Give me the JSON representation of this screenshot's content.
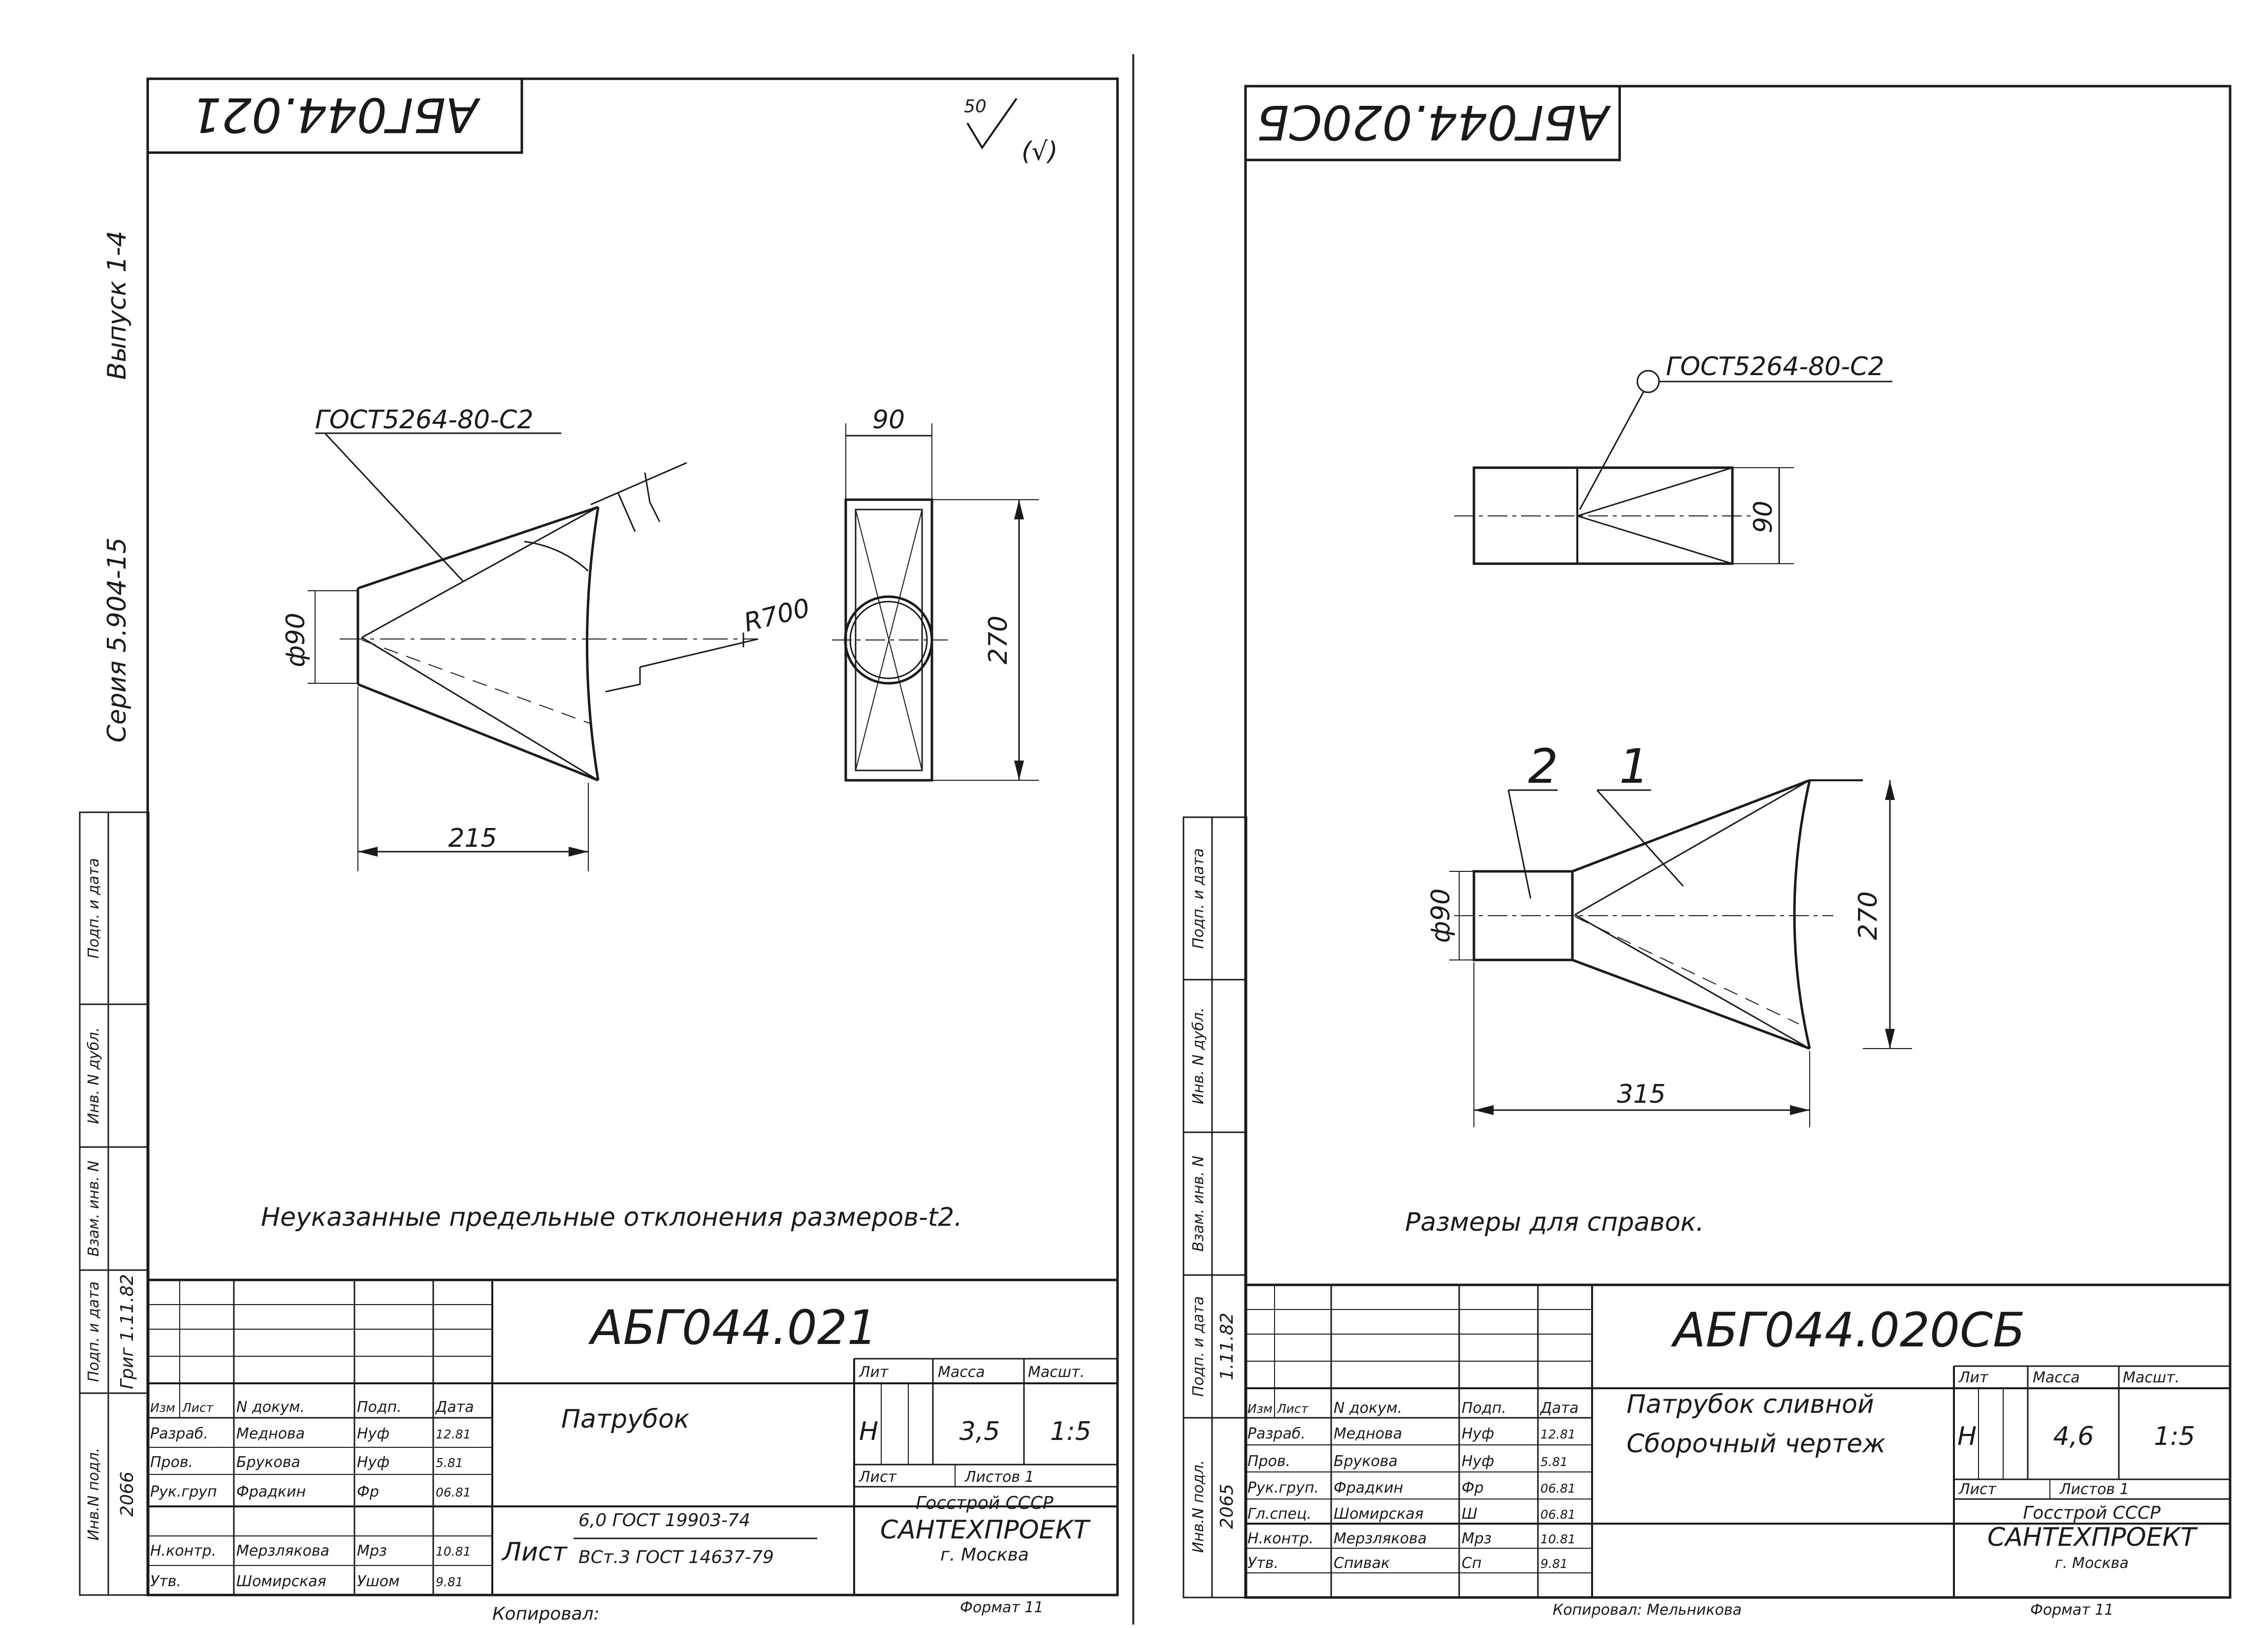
{
  "left": {
    "code_stamp": "АБГ044.021",
    "roughness": "50",
    "roughness_mark": "(√)",
    "side_issue": "Выпуск 1-4",
    "side_series": "Серия 5.904-15",
    "side_labels": [
      "Инв.N подл.",
      "Подп. и дата",
      "Взам. инв. N",
      "Инв. N дубл.",
      "Подп. и дата"
    ],
    "side_values": [
      "2066",
      "Григ 1.11.82"
    ],
    "weld_std": "ГОСТ5264-80-С2",
    "dim_dia": "ф90",
    "dim_radius": "R700",
    "dim_length": "215",
    "dim_width": "90",
    "dim_height": "270",
    "note": "Неуказанные предельные отклонения размеров-t2.",
    "title_block": {
      "designation": "АБГ044.021",
      "name": "Патрубок",
      "headers": {
        "change": "Изм",
        "sheet": "Лист",
        "doc": "N докум.",
        "sign": "Подп.",
        "date": "Дата"
      },
      "rows": [
        {
          "role": "Разраб.",
          "person": "Меднова",
          "sign": "Нуф",
          "date": "12.81"
        },
        {
          "role": "Пров.",
          "person": "Брукова",
          "sign": "Нуф",
          "date": "5.81"
        },
        {
          "role": "Рук.груп",
          "person": "Фрадкин",
          "sign": "Фр",
          "date": "06.81"
        },
        {
          "role": "",
          "person": "",
          "sign": "",
          "date": ""
        },
        {
          "role": "Н.контр.",
          "person": "Мерзлякова",
          "sign": "Мрз",
          "date": "10.81"
        },
        {
          "role": "Утв.",
          "person": "Шомирская",
          "sign": "Ушом",
          "date": "9.81"
        }
      ],
      "lit_label": "Лит",
      "mass_label": "Масса",
      "scale_label": "Масшт.",
      "lit_value": "Н",
      "mass_value": "3,5",
      "scale_value": "1:5",
      "sheet_label": "Лист",
      "sheets_label": "Листов 1",
      "material_prefix": "Лист",
      "material_top": "6,0 ГОСТ 19903-74",
      "material_bottom": "ВСт.3 ГОСТ 14637-79",
      "org_line1": "Госстрой СССР",
      "org_line2": "САНТЕХПРОЕКТ",
      "org_line3": "г. Москва",
      "copied": "Копировал:",
      "format": "Формат 11"
    }
  },
  "right": {
    "code_stamp": "АБГ044.020СБ",
    "side_labels": [
      "Инв.N подл.",
      "Подп. и дата",
      "Взам. инв. N",
      "Инв. N дубл.",
      "Подп. и дата"
    ],
    "side_values": [
      "2065",
      "1.11.82"
    ],
    "weld_std": "ГОСТ5264-80-С2",
    "dim_top_width": "90",
    "dim_dia": "ф90",
    "dim_height": "270",
    "dim_length": "315",
    "callout_2": "2",
    "callout_1": "1",
    "note": "Размеры для справок.",
    "title_block": {
      "designation": "АБГ044.020СБ",
      "name_line1": "Патрубок сливной",
      "name_line2": "Сборочный чертеж",
      "headers": {
        "change": "Изм",
        "sheet": "Лист",
        "doc": "N докум.",
        "sign": "Подп.",
        "date": "Дата"
      },
      "rows": [
        {
          "role": "Разраб.",
          "person": "Меднова",
          "sign": "Нуф",
          "date": "12.81"
        },
        {
          "role": "Пров.",
          "person": "Брукова",
          "sign": "Нуф",
          "date": "5.81"
        },
        {
          "role": "Рук.груп.",
          "person": "Фрадкин",
          "sign": "Фр",
          "date": "06.81"
        },
        {
          "role": "Гл.спец.",
          "person": "Шомирская",
          "sign": "Ш",
          "date": "06.81"
        },
        {
          "role": "Н.контр.",
          "person": "Мерзлякова",
          "sign": "Мрз",
          "date": "10.81"
        },
        {
          "role": "Утв.",
          "person": "Спивак",
          "sign": "Сп",
          "date": "9.81"
        }
      ],
      "lit_label": "Лит",
      "mass_label": "Масса",
      "scale_label": "Масшт.",
      "lit_value": "Н",
      "mass_value": "4,6",
      "scale_value": "1:5",
      "sheet_label": "Лист",
      "sheets_label": "Листов 1",
      "org_line1": "Госстрой СССР",
      "org_line2": "САНТЕХПРОЕКТ",
      "org_line3": "г. Москва",
      "copied": "Копировал: Мельникова",
      "format": "Формат 11"
    }
  }
}
